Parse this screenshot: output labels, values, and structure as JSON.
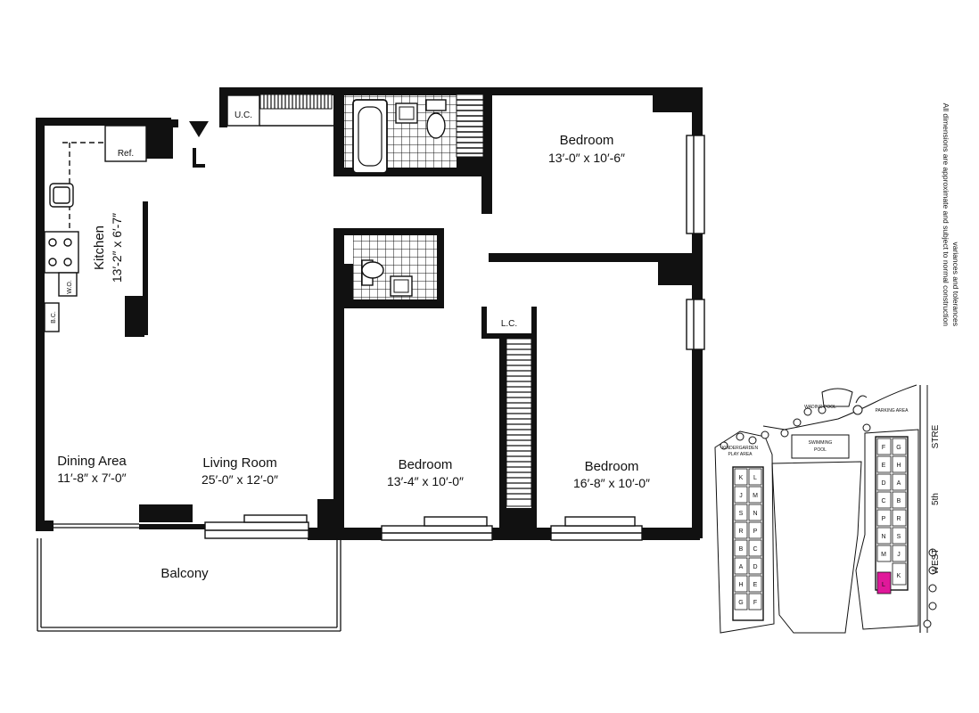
{
  "floor_plan": {
    "rooms": [
      {
        "id": "bedroom-ne",
        "name": "Bedroom",
        "dims": "13′-0″ x 10′-6″"
      },
      {
        "id": "kitchen",
        "name": "Kitchen",
        "dims": "13′-2″ x 6′-7″"
      },
      {
        "id": "dining",
        "name": "Dining Area",
        "dims": "11′-8″ x 7′-0″"
      },
      {
        "id": "living",
        "name": "Living Room",
        "dims": "25′-0″ x 12′-0″"
      },
      {
        "id": "bedroom-c",
        "name": "Bedroom",
        "dims": "13′-4″ x 10′-0″"
      },
      {
        "id": "bedroom-e",
        "name": "Bedroom",
        "dims": "16′-8″ x 10′-0″"
      }
    ],
    "balcony": "Balcony",
    "closets": {
      "uc": "U.C.",
      "lc": "L.C.",
      "bc": "B.C."
    },
    "appliances": {
      "ref": "Ref.",
      "wo": "W.O."
    }
  },
  "note_lines": [
    "All dimensions are approximate and subject to normal construction",
    "variances and tolerances"
  ],
  "site_plan": {
    "labels": {
      "kindergarten": "KINDERGARDEN",
      "play_area": "PLAY AREA",
      "wading_pool": "WADING POOL",
      "swimming": "SWIMMING",
      "pool": "POOL",
      "parking": "PARKING AREA",
      "street_1": "WEST",
      "street_2": "5th",
      "street_3": "STRE"
    },
    "left_wing": [
      [
        "K",
        "L"
      ],
      [
        "J",
        "M"
      ],
      [
        "S",
        "N"
      ],
      [
        "R",
        "P"
      ],
      [
        "B",
        "C"
      ],
      [
        "A",
        "D"
      ],
      [
        "H",
        "E"
      ],
      [
        "G",
        "F"
      ]
    ],
    "right_wing": [
      [
        "F",
        "G"
      ],
      [
        "E",
        "H"
      ],
      [
        "D",
        "A"
      ],
      [
        "C",
        "B"
      ],
      [
        "P",
        "R"
      ],
      [
        "N",
        "S"
      ],
      [
        "M",
        "J"
      ],
      [
        "L",
        "K"
      ]
    ],
    "highlight": "L",
    "highlight_color": "#e0189a"
  }
}
